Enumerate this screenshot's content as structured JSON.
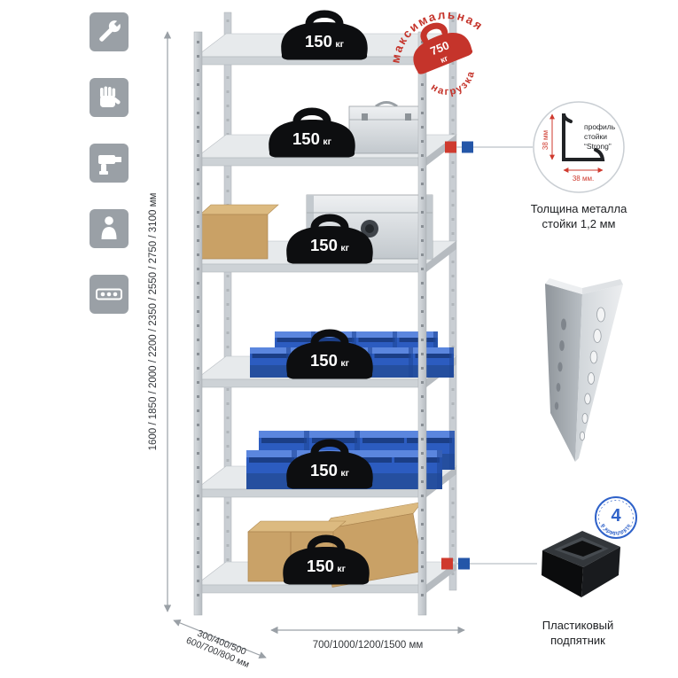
{
  "sidebar_icons": [
    {
      "name": "wrench-icon"
    },
    {
      "name": "glove-icon"
    },
    {
      "name": "drill-icon"
    },
    {
      "name": "person-icon"
    },
    {
      "name": "level-icon"
    }
  ],
  "rack": {
    "shelf_count": 6,
    "shelf_load": {
      "value": "150",
      "unit": "кг"
    },
    "max_load": {
      "label_top": "максимальная",
      "label_bottom": "нагрузка",
      "value": "750",
      "unit": "кг"
    }
  },
  "dimensions": {
    "height": "1600 / 1850 / 2000 / 2200 / 2350 / 2550 / 2750 / 3100 мм",
    "depth_line1": "300/400/500",
    "depth_line2": "600/700/800 мм",
    "width": "700/1000/1200/1500 мм"
  },
  "details": {
    "profile": {
      "label_line1": "профиль",
      "label_line2": "стойки",
      "label_line3": "“Strong”",
      "dim_vertical": "38 мм",
      "dim_horizontal": "38 мм.",
      "caption_line1": "Толщина металла",
      "caption_line2": "стойки 1,2 мм"
    },
    "foot": {
      "badge_value": "4",
      "badge_text": "в комплекте",
      "caption_line1": "Пластиковый",
      "caption_line2": "подпятник"
    }
  },
  "colors": {
    "accent_red": "#c5342b",
    "accent_blue": "#2456a8",
    "bin_blue": "#2c5cc0",
    "metal_gray": "#c9ced3"
  }
}
